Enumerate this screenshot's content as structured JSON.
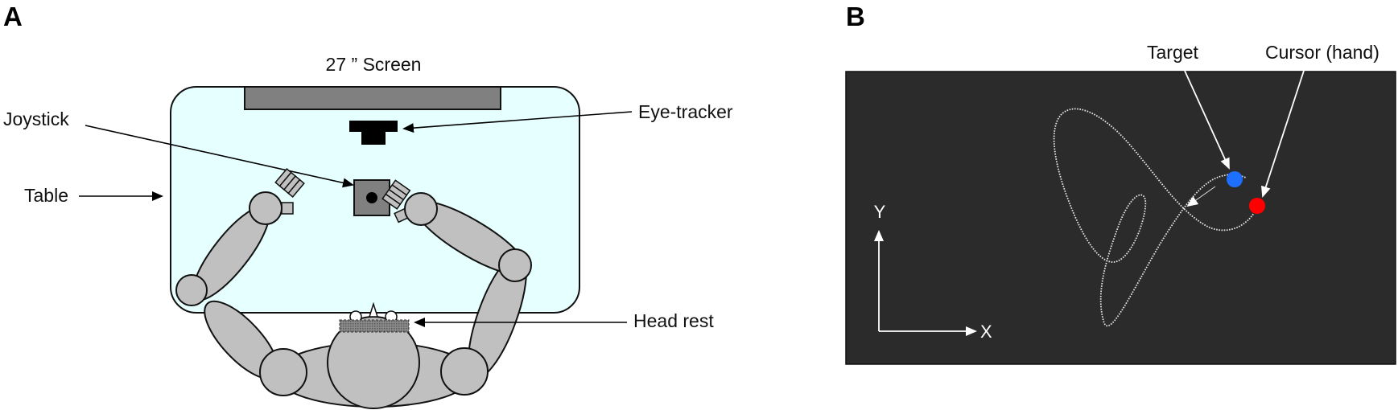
{
  "panel_a": {
    "letter": "A",
    "labels": {
      "screen": "27 ” Screen",
      "joystick": "Joystick",
      "eye_tracker": "Eye-tracker",
      "table": "Table",
      "head_rest": "Head rest"
    },
    "colors": {
      "table_fill": "#e6ffff",
      "body_fill": "#c0c0c0",
      "screen_fill": "#808080"
    }
  },
  "panel_b": {
    "letter": "B",
    "labels": {
      "target": "Target",
      "cursor": "Cursor (hand)",
      "y_axis": "Y",
      "x_axis": "X"
    },
    "colors": {
      "background": "#2b2b2b",
      "target": "#1f6fff",
      "cursor": "#ff0000"
    }
  }
}
